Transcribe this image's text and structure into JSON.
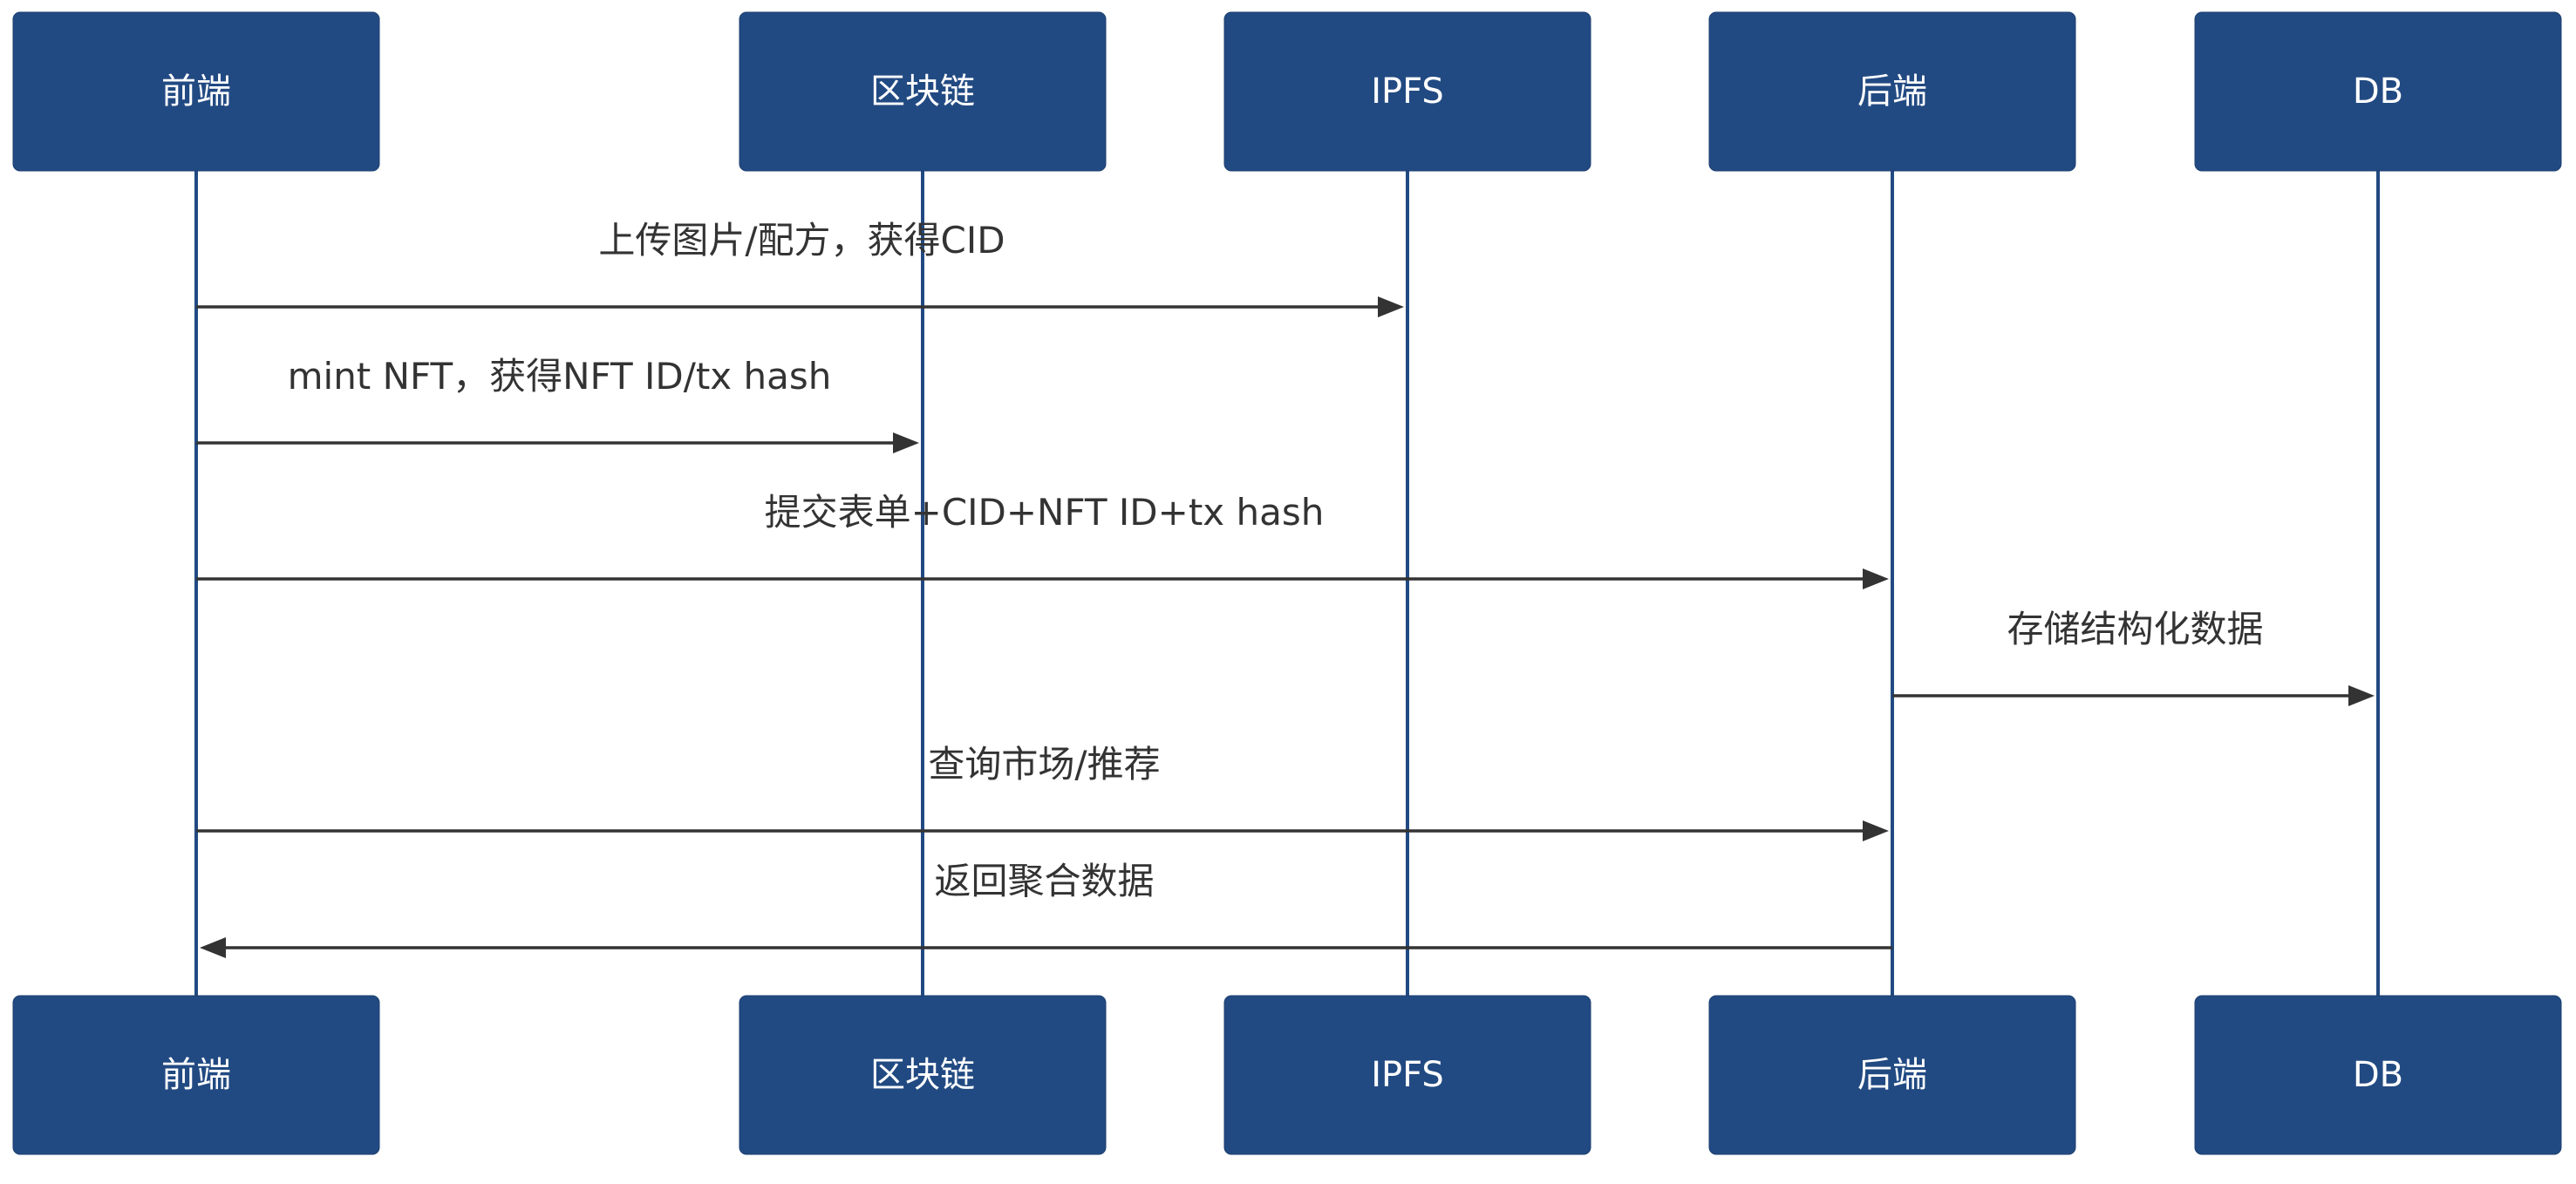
{
  "colors": {
    "actor_fill": "#224a82",
    "actor_text": "#ffffff",
    "lifeline": "#224a82",
    "message": "#333333",
    "background": "#ffffff"
  },
  "participants": [
    {
      "id": "fe",
      "label": "前端"
    },
    {
      "id": "bc",
      "label": "区块链"
    },
    {
      "id": "ipfs",
      "label": "IPFS"
    },
    {
      "id": "be",
      "label": "后端"
    },
    {
      "id": "db",
      "label": "DB"
    }
  ],
  "messages": [
    {
      "from": "fe",
      "to": "ipfs",
      "label": "上传图片/配方，获得CID"
    },
    {
      "from": "fe",
      "to": "bc",
      "label": "mint NFT，获得NFT ID/tx hash"
    },
    {
      "from": "fe",
      "to": "be",
      "label": "提交表单+CID+NFT ID+tx hash"
    },
    {
      "from": "be",
      "to": "db",
      "label": "存储结构化数据"
    },
    {
      "from": "fe",
      "to": "be",
      "label": "查询市场/推荐"
    },
    {
      "from": "be",
      "to": "fe",
      "label": "返回聚合数据"
    }
  ]
}
